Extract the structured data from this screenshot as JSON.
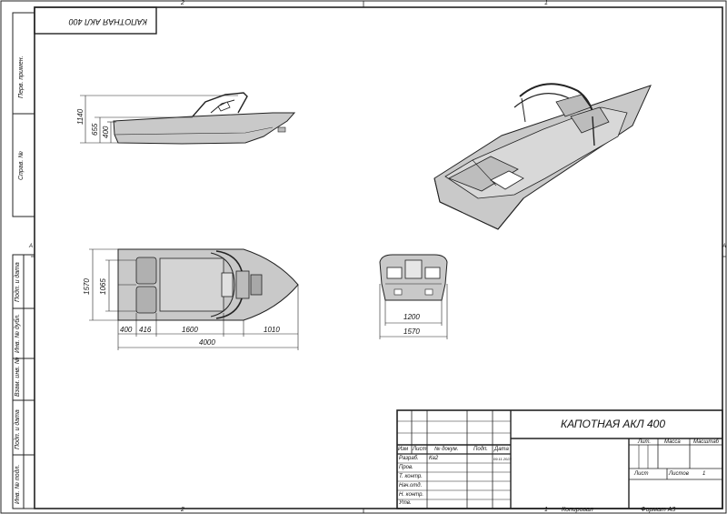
{
  "sheet": {
    "zone_top_left": "2",
    "zone_top_right": "1",
    "zone_bottom_left": "2",
    "zone_bottom_right": "1",
    "zone_side": "A",
    "mirrored_code": "КАПОТНАЯ АКЛ 400",
    "side_strip": {
      "perv_primen": "Перв. примен.",
      "sprav_no": "Справ. №",
      "podp_data_1": "Подп. и дата",
      "inv_dubl": "Инв. № дубл.",
      "vzam_inv": "Взам. инв. №",
      "podp_data_2": "Подп. и дата",
      "inv_podl": "Инв. № подл."
    }
  },
  "dimensions": {
    "side_view": {
      "h1": "1140",
      "h2": "655",
      "h3": "400"
    },
    "top_view": {
      "w1": "1570",
      "w2": "1065",
      "l1": "400",
      "l2": "416",
      "l3": "1600",
      "l4": "1010",
      "l_total": "4000"
    },
    "rear_view": {
      "w_inner": "1200",
      "w_outer": "1570"
    }
  },
  "title_block": {
    "title": "КАПОТНАЯ АКЛ 400",
    "lit": "Лит.",
    "massa": "Масса",
    "masshtab": "Масштаб",
    "list": "Лист",
    "listov": "Листов",
    "listov_value": "1",
    "col_izm": "Изм",
    "col_list": "Лист",
    "col_dokum": "№ докум.",
    "col_podp": "Подп.",
    "col_data": "Дата",
    "row_razrab": "Разраб.",
    "row_prov": "Пров.",
    "row_tkontr": "Т. контр.",
    "row_nach_otd": "Нач.отд.",
    "row_nkontr": "Н. контр.",
    "row_utv": "Утв.",
    "razrab_name": "Ка2",
    "razrab_date": "09.11.2023",
    "kopiroval": "Копировал",
    "format": "Формат А3"
  }
}
